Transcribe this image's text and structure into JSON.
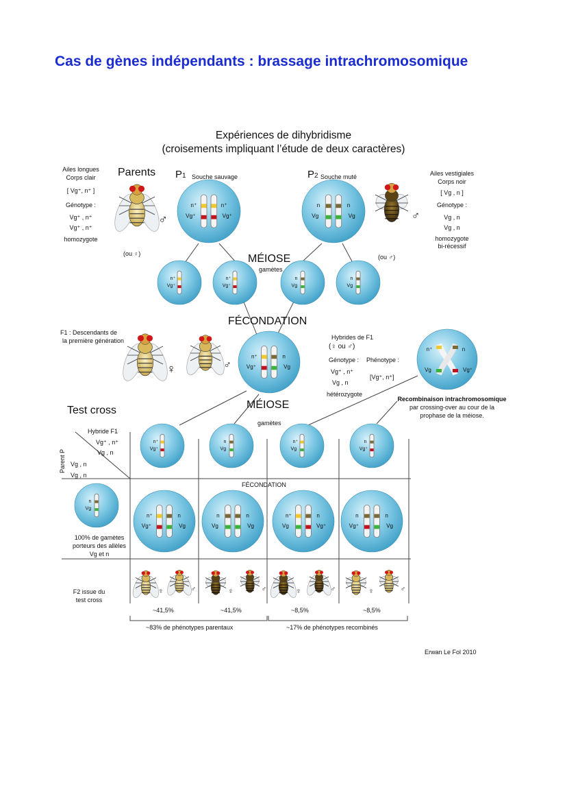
{
  "title": "Cas de gènes indépendants : brassage intrachromosomique",
  "subtitle_line1": "Expériences de dihybridisme",
  "subtitle_line2": "(croisements impliquant l’étude de deux caractères)",
  "parents": {
    "label": "Parents",
    "p1_label": "P",
    "p1_index": "1",
    "p1_name": "Souche sauvage",
    "p2_label": "P",
    "p2_index": "2",
    "p2_name": "Souche muté",
    "left_pheno_line1": "Ailes longues",
    "left_pheno_line2": "Corps clair",
    "left_pheno_notation": "[ Vg⁺, n⁺ ]",
    "left_genotype_label": "Génotype :",
    "left_genotype_top": "Vg⁺ , n⁺",
    "left_genotype_bottom": "Vg⁺ , n⁺",
    "left_homozygote": "homozygote",
    "left_or": "(ou ♀)",
    "right_pheno_line1": "Ailes vestigiales",
    "right_pheno_line2": "Corps noir",
    "right_pheno_notation": "[ Vg , n ]",
    "right_genotype_label": "Génotype :",
    "right_genotype_top": "Vg , n",
    "right_genotype_bottom": "Vg , n",
    "right_homozygote": "homozygote",
    "right_birecessif": "bi-récessif",
    "right_or": "(ou ♂)"
  },
  "meiose1": "MÉIOSE",
  "gametes1": "gamètes",
  "fecondation1": "FÉCONDATION",
  "f1": {
    "label_line1": "F1 : Descendants de",
    "label_line2": "la première génération",
    "hybrides": "Hybrides de F1",
    "sex": "(♀ ou ♂)",
    "genotype_label": "Génotype :",
    "phenotype_label": "Phénotype :",
    "genotype_top": "Vg⁺ , n⁺",
    "genotype_bottom": "Vg , n",
    "phenotype": "[Vg⁺, n⁺]",
    "heterozygote": "hétérozygote"
  },
  "recombinaison": {
    "title": "Recombinaison intrachromosomique",
    "line2": "par crossing-over au cour de la",
    "line3": "prophase de la méiose."
  },
  "test_cross": "Test cross",
  "meiose2": "MÉIOSE",
  "gametes2": "gamètes",
  "table": {
    "hybride_label": "Hybride F1",
    "hybride_top": "Vg⁺ , n⁺",
    "hybride_bottom": "Vg , n",
    "parent_label": "Parent P",
    "parent_top": "Vg , n",
    "parent_bottom": "Vg , n",
    "fecondation": "FÉCONDATION",
    "gamete_note_line1": "100% de gamètes",
    "gamete_note_line2": "porteurs des allèles",
    "gamete_note_line3": "Vg et n"
  },
  "alleles": {
    "n_plus": "n⁺",
    "n": "n",
    "vg_plus": "Vg⁺",
    "vg": "Vg"
  },
  "f2": {
    "label_line1": "F2 issue du",
    "label_line2": "test cross",
    "pct": [
      "~41,5%",
      "~41,5%",
      "~8,5%",
      "~8,5%"
    ],
    "parentaux": "~83% de phénotypes parentaux",
    "recombines": "~17% de phénotypes recombinés"
  },
  "credit": "Erwan Le Fol 2010",
  "colors": {
    "title_blue": "#1a2bd0",
    "cell_blue": "#5fb8d8",
    "allele_dominant_body": "#f0c830",
    "allele_recessive_body": "#7a6a3a",
    "allele_red": "#c0141e",
    "allele_green": "#3cb43c"
  }
}
